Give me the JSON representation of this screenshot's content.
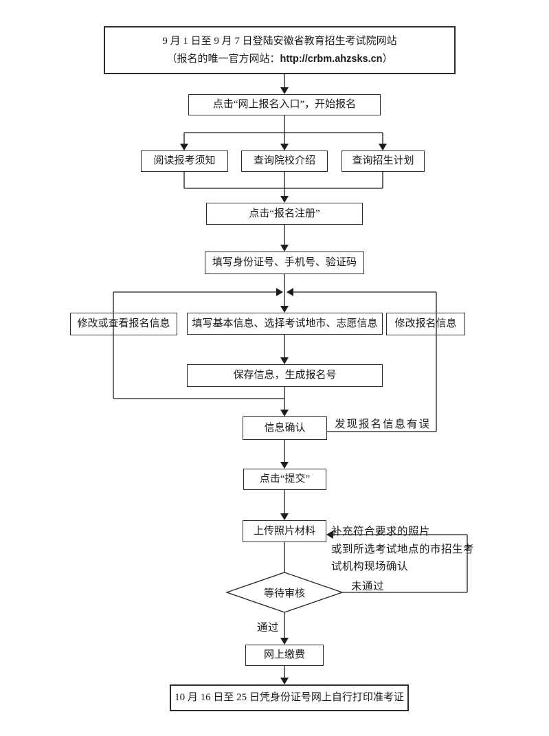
{
  "page": {
    "background": "#ffffff",
    "line_color": "#1c1c1c",
    "text_color": "#1a1a1a"
  },
  "flowchart": {
    "nodes": {
      "website_line1": "9 月 1 日至 9 月 7 日登陆安徽省教育招生考试院网站",
      "website_line2_prefix": "（报名的唯一官方网站：",
      "website_url": "http://crbm.ahzsks.cn",
      "website_line2_suffix": "）",
      "entry": "点击“网上报名入口”，开始报名",
      "read_notice": "阅读报考须知",
      "query_college": "查询院校介绍",
      "query_plan": "查询招生计划",
      "register": "点击“报名注册”",
      "fill_id": "填写身份证号、手机号、验证码",
      "modify_view": "修改或查看报名信息",
      "fill_basic": "填写基本信息、选择考试地市、志愿信息",
      "modify_info": "修改报名信息",
      "save": "保存信息，生成报名号",
      "confirm": "信息确认",
      "submit": "点击“提交”",
      "upload": "上传照片材料",
      "review": "等待审核",
      "pay": "网上缴费",
      "print": "10 月 16 日至 25 日凭身份证号网上自行打印准考证"
    },
    "labels": {
      "error_found": "发现报名信息有误",
      "photo_note_line1": "补充符合要求的照片",
      "photo_note_line2": "或到所选考试地点的市招生考",
      "photo_note_line3": "试机构现场确认",
      "not_passed": "未通过",
      "passed": "通过"
    }
  }
}
